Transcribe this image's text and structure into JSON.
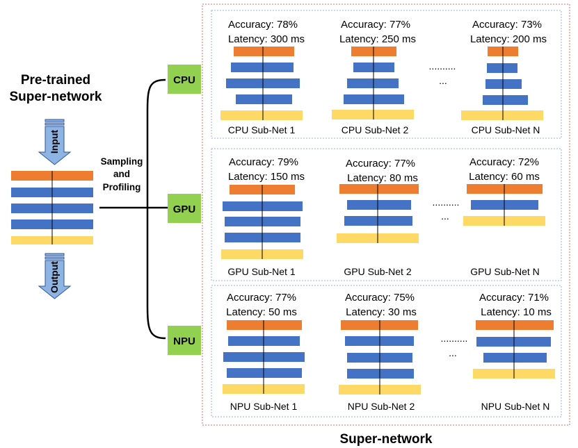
{
  "left": {
    "title_line1": "Pre-trained",
    "title_line2": "Super-network",
    "input_label": "Input",
    "output_label": "Output",
    "sampling_line1": "Sampling",
    "sampling_line2": "and",
    "sampling_line3": "Profiling"
  },
  "hardware": [
    {
      "label": "CPU"
    },
    {
      "label": "GPU"
    },
    {
      "label": "NPU"
    }
  ],
  "panels": [
    {
      "subnets": [
        {
          "accuracy": "Accuracy: 78%",
          "latency": "Latency: 300 ms",
          "name": "CPU Sub-Net 1"
        },
        {
          "accuracy": "Accuracy: 77%",
          "latency": "Latency: 250 ms",
          "name": "CPU Sub-Net 2"
        },
        {
          "accuracy": "Accuracy: 73%",
          "latency": "Latency: 200 ms",
          "name": "CPU Sub-Net N"
        }
      ]
    },
    {
      "subnets": [
        {
          "accuracy": "Accuracy: 79%",
          "latency": "Latency: 150 ms",
          "name": "GPU Sub-Net 1"
        },
        {
          "accuracy": "Accuracy: 77%",
          "latency": "Latency: 80 ms",
          "name": "GPU Sub-Net 2"
        },
        {
          "accuracy": "Accuracy: 72%",
          "latency": "Latency: 60 ms",
          "name": "GPU Sub-Net N"
        }
      ]
    },
    {
      "subnets": [
        {
          "accuracy": "Accuracy: 77%",
          "latency": "Latency: 50 ms",
          "name": "NPU Sub-Net 1"
        },
        {
          "accuracy": "Accuracy: 75%",
          "latency": "Latency: 30 ms",
          "name": "NPU Sub-Net 2"
        },
        {
          "accuracy": "Accuracy: 71%",
          "latency": "Latency: 10 ms",
          "name": "NPU Sub-Net N"
        }
      ]
    }
  ],
  "ellipsis_dots": "..........",
  "ellipsis_short": "...",
  "footer_label": "Super-network",
  "colors": {
    "orange_layer": "#ED7D31",
    "blue_layer": "#4472C4",
    "yellow_layer": "#FFD966",
    "hardware_box": "#92D050",
    "panel_border": "#8FB4E3",
    "outer_border": "#E06666",
    "arrow_fill": "#8EB4E3",
    "arrow_stroke": "#2F5597"
  }
}
